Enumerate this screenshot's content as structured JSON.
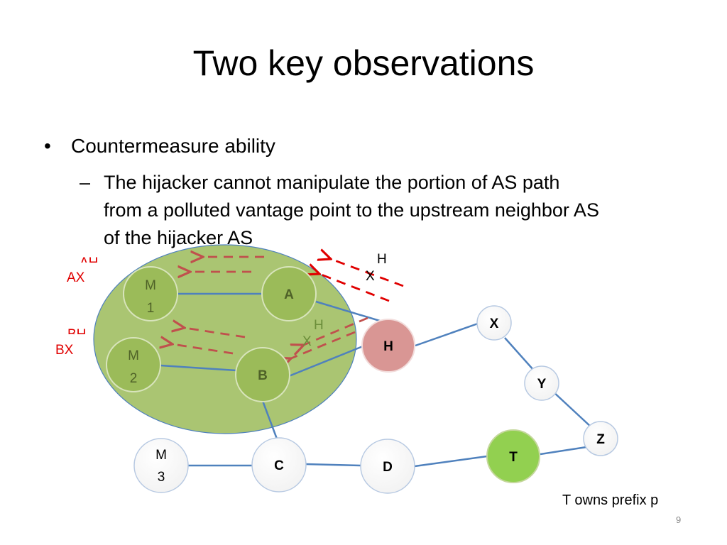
{
  "slide": {
    "title": "Two key observations",
    "bullet": "Countermeasure ability",
    "bullet_symbol": "•",
    "sub_dash": "–",
    "sub_lines": [
      "The hijacker cannot manipulate the portion of AS path",
      "from a polluted vantage point to the upstream neighbor AS",
      "of the hijacker AS"
    ],
    "footer": "T owns prefix p",
    "page_number": "9"
  },
  "diagram": {
    "nodes": {
      "m1": [
        "M",
        "1"
      ],
      "m2": [
        "M",
        "2"
      ],
      "m3": [
        "M",
        "3"
      ],
      "a": "A",
      "b": "B",
      "h": "H",
      "x": "X",
      "y": "Y",
      "z": "Z",
      "c": "C",
      "d": "D",
      "t": "T"
    },
    "labels": {
      "ax_red": "AX",
      "ax_red_clipped": "AH",
      "bx_red": "BX",
      "bx_red_clipped": "BH",
      "top_h": "H",
      "top_x": "X",
      "mid_h": "H",
      "mid_x": "X"
    },
    "colors": {
      "polluted_region": "#9bbb59",
      "hijacker": "#d99694",
      "origin": "#92d050",
      "link": "#4f81bd",
      "path_arrow": "#c0504d",
      "red_label": "#e00000"
    }
  }
}
